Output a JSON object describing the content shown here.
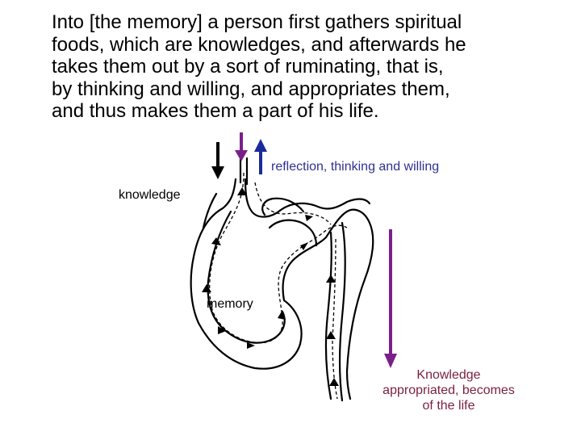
{
  "quote": {
    "lines": [
      "Into [the memory] a person first gathers spiritual",
      "foods, which are knowledges, and afterwards he",
      "takes them out by a sort of ruminating, that is,",
      "by thinking and willing, and appropriates them,",
      "and thus makes them a part of his life."
    ]
  },
  "diagram": {
    "label_reflection": "reflection, thinking and willing",
    "label_knowledge": "knowledge",
    "label_memory": "memory",
    "label_appropriated": {
      "lines": [
        "Knowledge",
        "appropriated, becomes",
        "of the life"
      ]
    },
    "colors": {
      "arrow_down_black": "#000000",
      "arrow_down_purple": "#7a1f8a",
      "arrow_up_blue": "#1a2a9a",
      "arrow_long_purple": "#7a1f8a",
      "reflection_text": "#2e3192",
      "appropriated_text": "#7b1f3e"
    },
    "icons": {
      "arrow_down_black": "arrow-down-icon",
      "arrow_down_purple": "arrow-down-icon",
      "arrow_up_blue": "arrow-up-icon",
      "arrow_long_purple": "arrow-down-icon",
      "stomach": "stomach-illustration"
    }
  }
}
